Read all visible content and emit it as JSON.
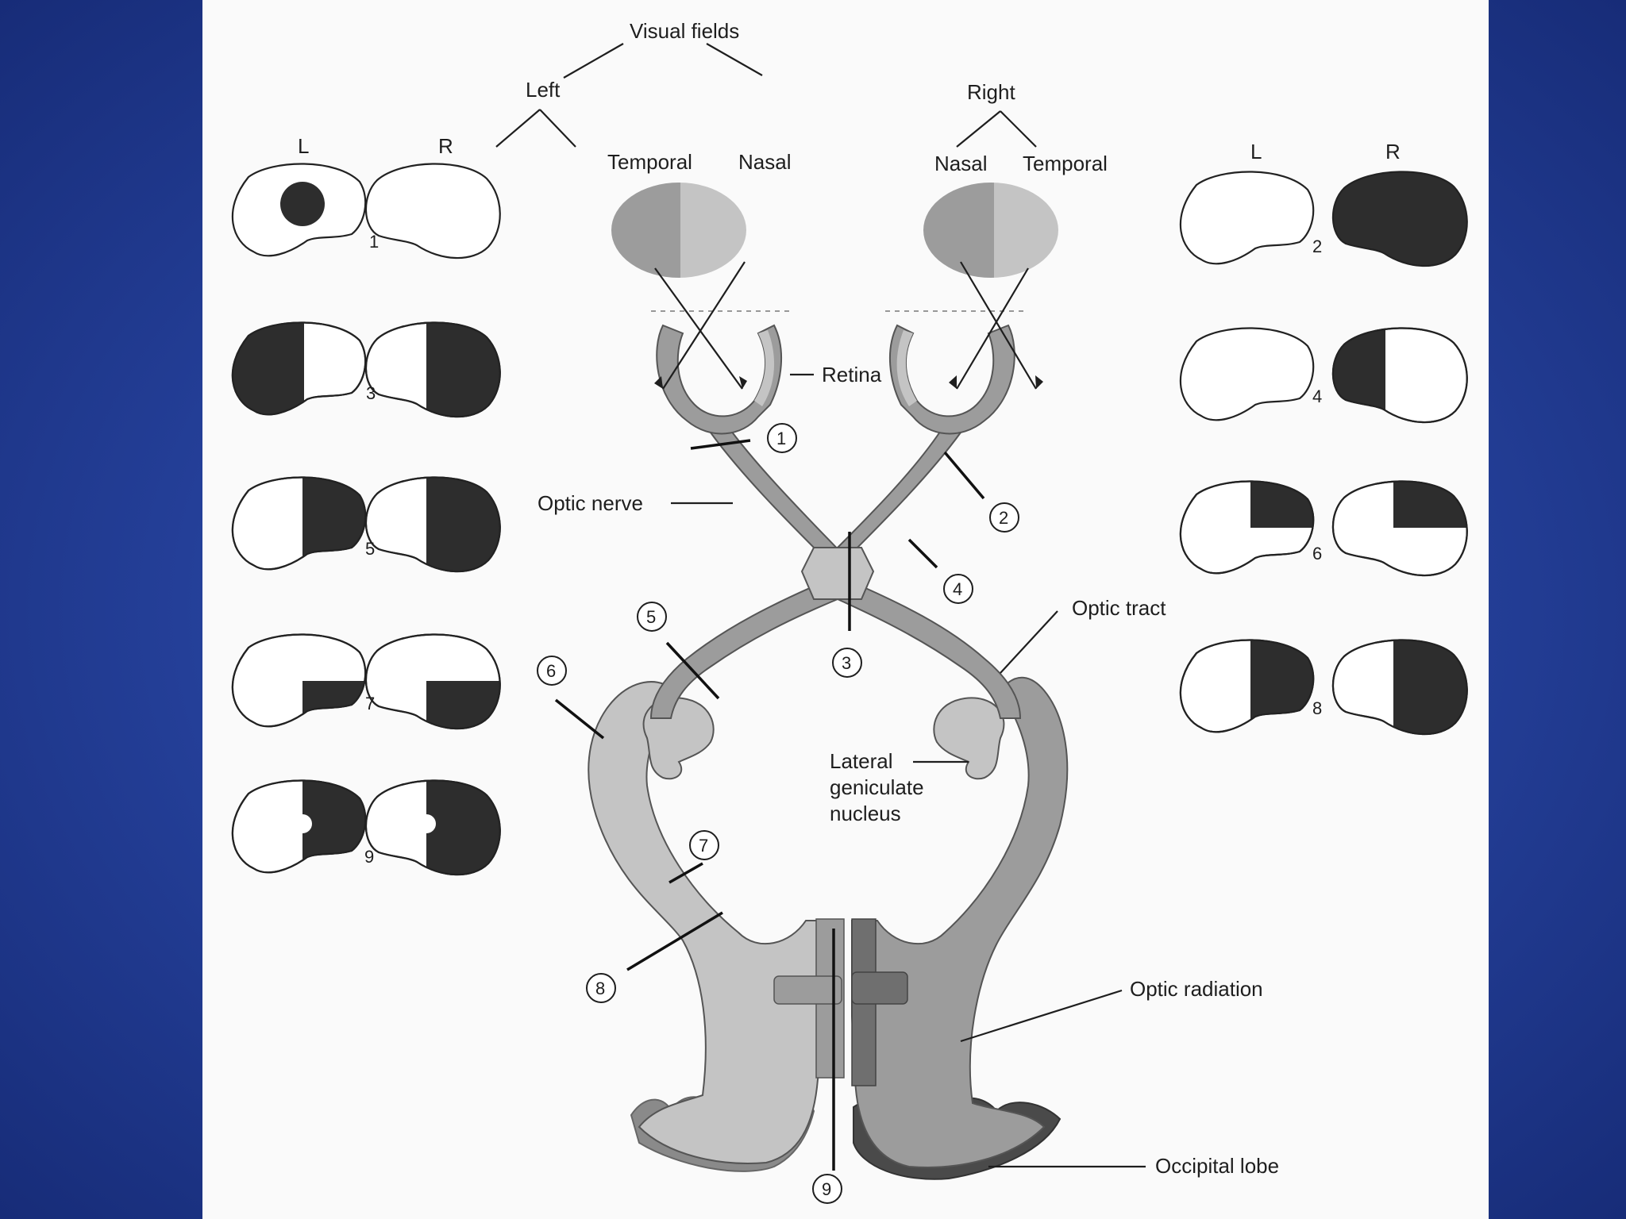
{
  "labels": {
    "visual_fields": "Visual fields",
    "left": "Left",
    "right": "Right",
    "temporal": "Temporal",
    "nasal": "Nasal",
    "retina": "Retina",
    "optic_nerve": "Optic nerve",
    "optic_tract": "Optic tract",
    "lateral_geniculate_1": "Lateral",
    "lateral_geniculate_2": "geniculate",
    "lateral_geniculate_3": "nucleus",
    "optic_radiation": "Optic radiation",
    "occipital_lobe": "Occipital lobe"
  },
  "field_headers": {
    "l": "L",
    "r": "R"
  },
  "lesions": [
    {
      "n": "1"
    },
    {
      "n": "2"
    },
    {
      "n": "3"
    },
    {
      "n": "4"
    },
    {
      "n": "5"
    },
    {
      "n": "6"
    },
    {
      "n": "7"
    },
    {
      "n": "8"
    },
    {
      "n": "9"
    }
  ],
  "colors": {
    "dark_fill": "#2d2d2d",
    "pathway_gray": "#9c9c9c",
    "light_gray": "#c4c4c4",
    "cortex_dark": "#6f6f6f",
    "slide_border_blue": "#2a47a8"
  }
}
